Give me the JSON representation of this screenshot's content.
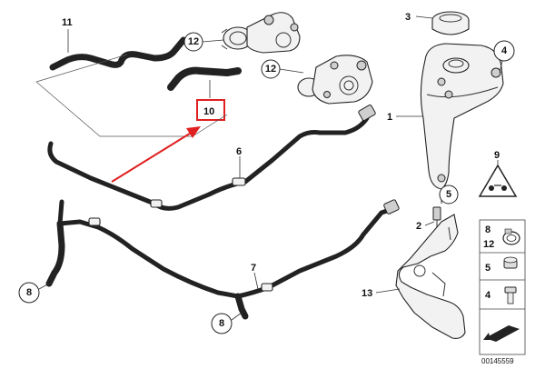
{
  "callouts": {
    "c11": "11",
    "c12a": "12",
    "c12b": "12",
    "c10": "10",
    "c6": "6",
    "c7": "7",
    "c8a": "8",
    "c8b": "8",
    "c3": "3",
    "c4": "4",
    "c1": "1",
    "c9": "9",
    "c5": "5",
    "c2": "2",
    "c13": "13"
  },
  "legend": {
    "item_8_12_a": "8",
    "item_8_12_b": "12",
    "item_5": "5",
    "item_4": "4"
  },
  "diagram_code": "00145559",
  "colors": {
    "highlight": "#e02020",
    "line": "#222222"
  }
}
